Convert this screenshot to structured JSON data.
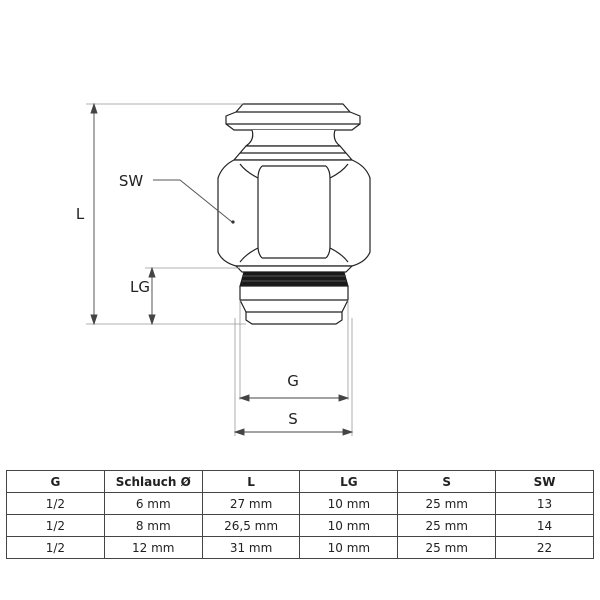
{
  "labels": {
    "L": "L",
    "SW": "SW",
    "LG": "LG",
    "G": "G",
    "S": "S"
  },
  "table": {
    "headers": [
      "G",
      "Schlauch Ø",
      "L",
      "LG",
      "S",
      "SW"
    ],
    "rows": [
      [
        "1/2",
        "6 mm",
        "27 mm",
        "10 mm",
        "25 mm",
        "13"
      ],
      [
        "1/2",
        "8 mm",
        "26,5 mm",
        "10 mm",
        "25 mm",
        "14"
      ],
      [
        "1/2",
        "12 mm",
        "31 mm",
        "10 mm",
        "25 mm",
        "22"
      ]
    ]
  }
}
